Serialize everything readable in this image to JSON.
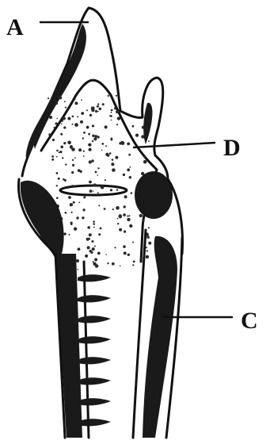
{
  "diagram": {
    "labels": {
      "A": "A",
      "B": "D",
      "C": "C"
    },
    "colors": {
      "ink": "#111111",
      "background": "#ffffff"
    }
  }
}
